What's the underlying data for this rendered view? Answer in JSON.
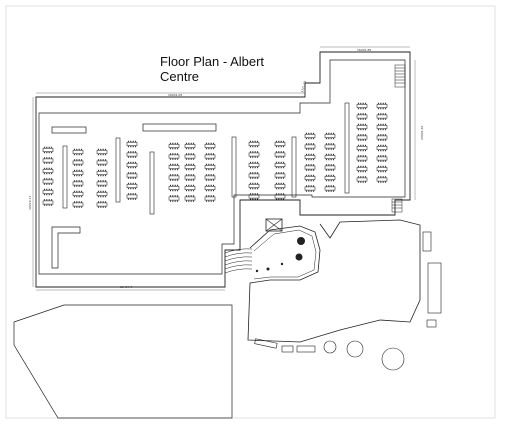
{
  "title": {
    "line1": "Floor Plan - Albert",
    "line2": "Centre"
  },
  "dimensions": {
    "top_wall": "16041.05",
    "upper_right_top": "16001.85",
    "stair_diag": "3771.02",
    "right_wall": "20601.40",
    "left_wall": "30219.17",
    "bottom_wall": "16494.7"
  },
  "colors": {
    "line": "#222222",
    "background": "#ffffff"
  }
}
